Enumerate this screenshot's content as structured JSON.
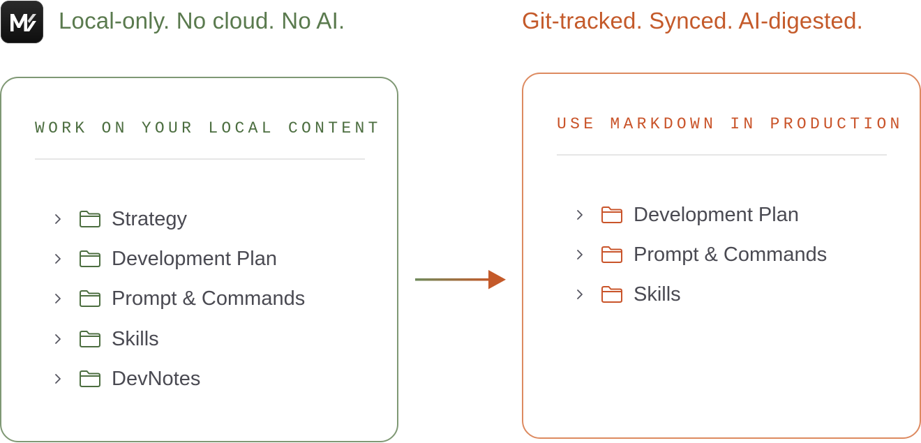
{
  "logo": {
    "icon": "mk-logo-icon",
    "text": "MK"
  },
  "taglines": {
    "left": "Local-only. No cloud. No AI.",
    "right": "Git-tracked. Synced. AI-digested."
  },
  "colors": {
    "left_accent": "#5a7a4e",
    "left_border": "#7f9874",
    "left_heading": "#4c6e40",
    "right_accent": "#c45a2a",
    "right_border": "#dd8a60",
    "right_heading": "#c9542a",
    "item_text": "#4a4a52",
    "divider": "#e6e6e6"
  },
  "left_panel": {
    "heading": "WORK ON YOUR LOCAL CONTENT",
    "items": [
      {
        "label": "Strategy",
        "icon": "folder-icon",
        "expander": "chevron-right-icon"
      },
      {
        "label": "Development Plan",
        "icon": "folder-icon",
        "expander": "chevron-right-icon"
      },
      {
        "label": "Prompt & Commands",
        "icon": "folder-icon",
        "expander": "chevron-right-icon"
      },
      {
        "label": "Skills",
        "icon": "folder-icon",
        "expander": "chevron-right-icon"
      },
      {
        "label": "DevNotes",
        "icon": "folder-icon",
        "expander": "chevron-right-icon"
      }
    ]
  },
  "right_panel": {
    "heading": "USE MARKDOWN IN PRODUCTION",
    "items": [
      {
        "label": "Development Plan",
        "icon": "folder-icon",
        "expander": "chevron-right-icon"
      },
      {
        "label": "Prompt & Commands",
        "icon": "folder-icon",
        "expander": "chevron-right-icon"
      },
      {
        "label": "Skills",
        "icon": "folder-icon",
        "expander": "chevron-right-icon"
      }
    ]
  },
  "connector": {
    "icon": "arrow-right-icon",
    "direction": "left-to-right"
  }
}
